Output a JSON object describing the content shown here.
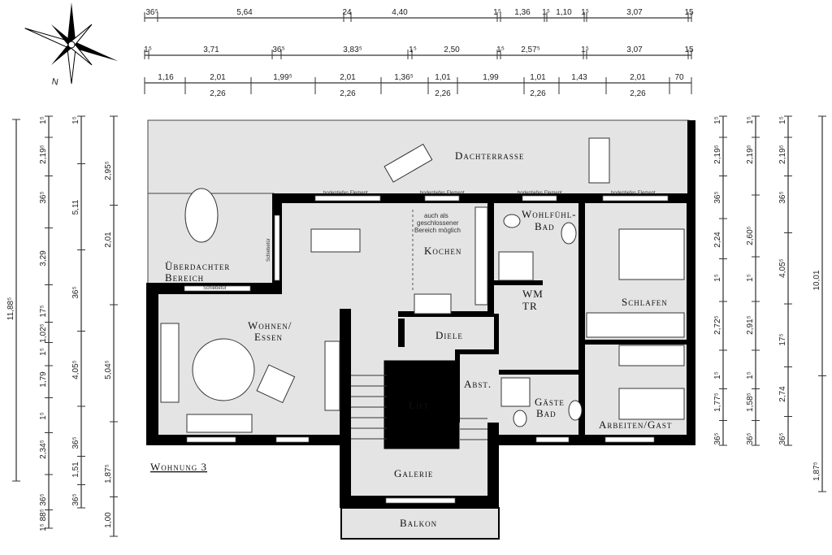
{
  "plan_title": "Wohnung 3",
  "rooms": {
    "dachterrasse": "Dachterrasse",
    "ueberdacht_1": "Überdachter",
    "ueberdacht_2": "Bereich",
    "wohnen_1": "Wohnen/",
    "wohnen_2": "Essen",
    "kochen": "Kochen",
    "bad_1": "Wohlfühl-",
    "bad_2": "Bad",
    "wm": "WM",
    "tr": "TR",
    "schlafen": "Schlafen",
    "diele": "Diele",
    "abst": "Abst.",
    "lift": "Lift",
    "gaeste_1": "Gäste",
    "gaeste_2": "Bad",
    "arbeiten": "Arbeiten/Gast",
    "galerie": "Galerie",
    "balkon": "Balkon"
  },
  "notes": {
    "element_1": "bodentiefes Element",
    "element_2": "bodentiefes Element",
    "element_3": "bodentiefes Element",
    "element_4": "bodentiefes Element",
    "schiebetuer_1": "Schiebetür",
    "schiebetuer_2": "Schiebetür",
    "kitchen_1": "auch als",
    "kitchen_2": "geschlossener",
    "kitchen_3": "Bereich möglich"
  },
  "compass": {
    "north_label": "N"
  },
  "dimensions": {
    "top": [
      {
        "labels": [
          "36⁵",
          "5,64",
          "24",
          "4,40",
          "1⁵",
          "1,36",
          "1⁵",
          "1,10",
          "1⁵",
          "3,07",
          "15"
        ]
      },
      {
        "labels": [
          "1⁵",
          "3,71",
          "36⁵",
          "3,83⁵",
          "1⁵",
          "2,50",
          "1⁵",
          "2,57⁵",
          "1⁵",
          "3,07",
          "15"
        ]
      },
      {
        "labels": [
          "1,16",
          "2,01",
          "1,99⁵",
          "2,01",
          "1,36⁵",
          "1,01",
          "1,99",
          "1,01",
          "1,43",
          "2,01",
          "70"
        ],
        "sub_labels": [
          "2,26",
          "2,26",
          "2,26",
          "2,26",
          "2,26"
        ]
      }
    ],
    "left": [
      {
        "labels": [
          "11,88⁵"
        ]
      },
      {
        "labels": [
          "1⁵",
          "2,19⁵",
          "36⁵",
          "3,29",
          "17⁵",
          "1,02⁵",
          "1⁵",
          "1,79",
          "1⁵",
          "2,34⁵",
          "36⁵",
          "1⁵ 88⁵"
        ]
      },
      {
        "labels": [
          "1⁵",
          "5,11",
          "36⁵",
          "4,05⁵",
          "36⁵",
          "1,51",
          "36⁵"
        ]
      },
      {
        "labels": [
          "2,95⁵",
          "2,01",
          "5,04⁵",
          "1,87⁵",
          "1,00"
        ]
      }
    ],
    "right": [
      {
        "labels": [
          "1⁵",
          "2,19⁵",
          "36⁵",
          "2,24",
          "1⁵",
          "2,72⁵",
          "1⁵",
          "1,77⁵",
          "36⁵"
        ]
      },
      {
        "labels": [
          "1⁵",
          "2,19⁵",
          "2,60⁵",
          "1⁵",
          "2,91⁵",
          "1⁵",
          "1,58⁵",
          "36⁵"
        ]
      },
      {
        "labels": [
          "1⁵",
          "2,19⁵",
          "36⁵",
          "4,05⁵",
          "17⁵",
          "2,74",
          "36⁵"
        ]
      },
      {
        "labels": [
          "10,01",
          "1,87⁵"
        ]
      }
    ]
  }
}
